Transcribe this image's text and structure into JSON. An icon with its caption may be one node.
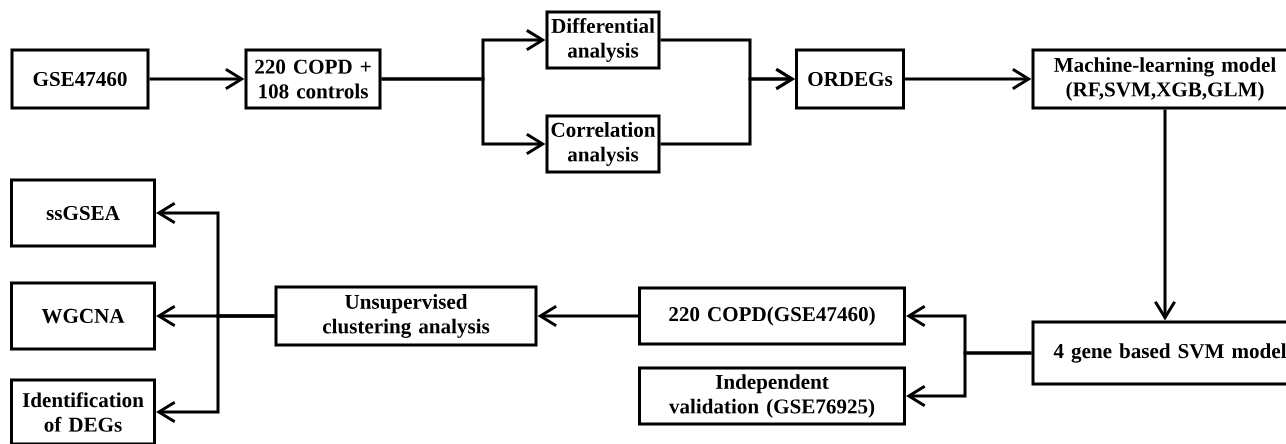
{
  "diagram": {
    "nodes": [
      {
        "text": [
          "GSE47460"
        ]
      },
      {
        "text": [
          "220 COPD + 108 controls"
        ]
      },
      {
        "text": [
          "Differential analysis"
        ]
      },
      {
        "text": [
          "Correlation analysis"
        ]
      },
      {
        "text": [
          "ORDEGs"
        ]
      },
      {
        "text": [
          "Machine-learning model (RF,SVM,XGB,GLM)"
        ]
      },
      {
        "text": [
          "4 gene based SVM model"
        ]
      },
      {
        "text": [
          "220 COPD(GSE47460)"
        ]
      },
      {
        "text": [
          "Independent validation (GSE76925)"
        ]
      },
      {
        "text": [
          "Unsupervised clustering analysis"
        ]
      },
      {
        "text": [
          "ssGSEA"
        ]
      },
      {
        "text": [
          "WGCNA"
        ]
      },
      {
        "text": [
          "Identification of DEGs"
        ]
      }
    ],
    "edges": [
      {
        "from": 0,
        "to": 1,
        "arrow": "to"
      },
      {
        "from": 1,
        "to": 2,
        "arrow": "to"
      },
      {
        "from": 1,
        "to": 3,
        "arrow": "to"
      },
      {
        "from": 2,
        "to": 4,
        "arrow": "to"
      },
      {
        "from": 3,
        "to": 4,
        "arrow": "to"
      },
      {
        "from": 4,
        "to": 5,
        "arrow": "to"
      },
      {
        "from": 5,
        "to": 6,
        "arrow": "to"
      },
      {
        "from": 6,
        "to": 7,
        "arrow": "to"
      },
      {
        "from": 6,
        "to": 8,
        "arrow": "to"
      },
      {
        "from": 7,
        "to": 9,
        "arrow": "to"
      },
      {
        "from": 9,
        "to": 10,
        "arrow": "to"
      },
      {
        "from": 9,
        "to": 11,
        "arrow": "to"
      },
      {
        "from": 9,
        "to": 12,
        "arrow": "to"
      }
    ]
  }
}
